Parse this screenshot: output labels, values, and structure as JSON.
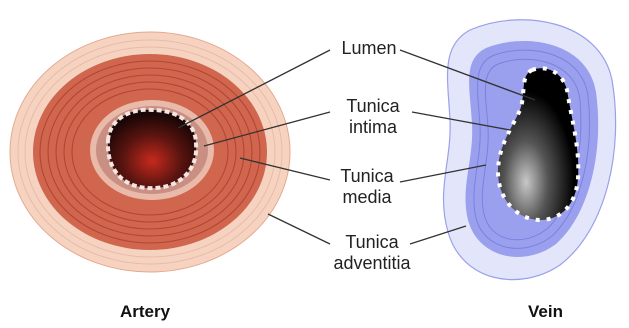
{
  "labels": {
    "lumen": "Lumen",
    "tunica_intima_1": "Tunica",
    "tunica_intima_2": "intima",
    "tunica_media_1": "Tunica",
    "tunica_media_2": "media",
    "tunica_adventitia_1": "Tunica",
    "tunica_adventitia_2": "adventitia"
  },
  "captions": {
    "artery": "Artery",
    "vein": "Vein"
  },
  "colors": {
    "artery_outer": "#f3c9b4",
    "artery_mid": "#c9553f",
    "artery_inner": "#b23a2e",
    "artery_lumen": "#2a0f0c",
    "vein_outer": "#dfe3ff",
    "vein_mid": "#8c93ea",
    "vein_inner": "#6a6fd6",
    "vein_lumen": "#050505",
    "leader": "#333333"
  }
}
